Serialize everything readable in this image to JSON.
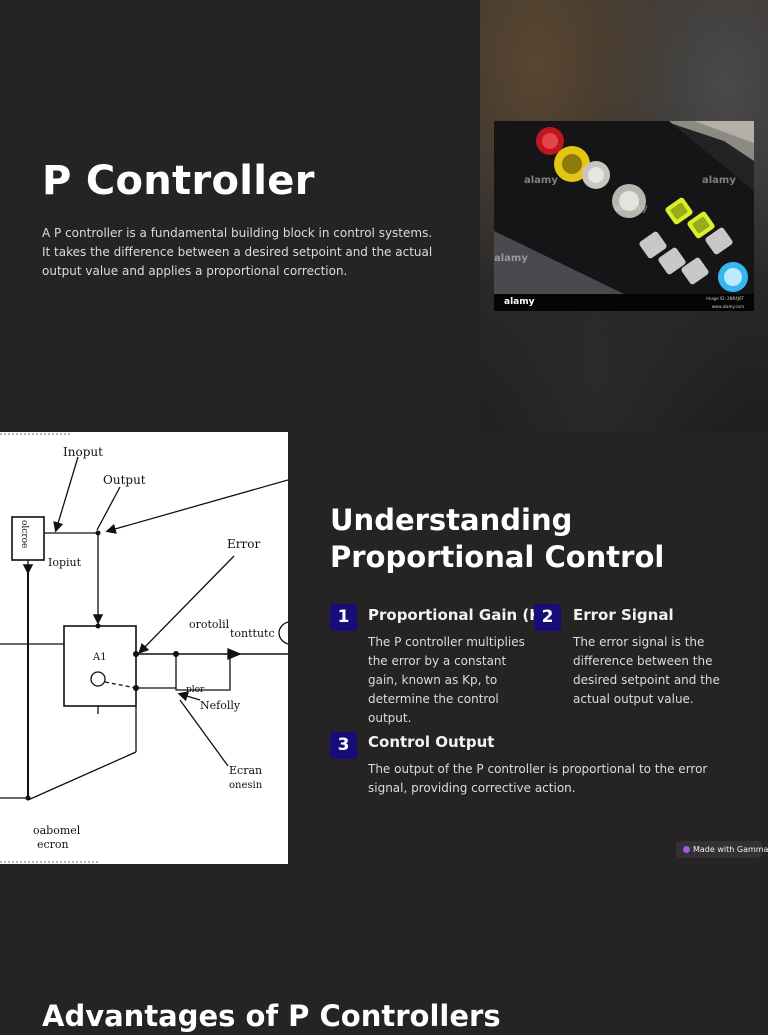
{
  "hero": {
    "title": "P Controller",
    "description": "A P controller is a fundamental building block in control systems. It takes the difference between a desired setpoint and the actual output value and applies a proportional correction.",
    "image": {
      "watermark": "alamy",
      "footer_brand": "alamy",
      "footer_code": "Image ID: 2NR4J6T",
      "footer_site": "www.alamy.com"
    }
  },
  "diagram": {
    "labels": {
      "input_top": "Inoput",
      "output": "Output",
      "box_side": "olcroe",
      "input_side": "Iopiut",
      "error": "Error",
      "control_a": "orotolil",
      "control_b": "tonttutc",
      "gain": "A1",
      "nefolly": "Nefolly",
      "signal": "plor",
      "ecran_1": "Ecran",
      "ecran_2": "onesin",
      "bottom_1": "oabomel",
      "bottom_2": "ecron"
    }
  },
  "understanding": {
    "title": "Understanding Proportional Control",
    "items": [
      {
        "number": "1",
        "title": "Proportional Gain (Kp)",
        "text": "The P controller multiplies the error by a constant gain, known as Kp, to determine the control output."
      },
      {
        "number": "2",
        "title": "Error Signal",
        "text": "The error signal is the difference between the desired setpoint and the actual output value."
      },
      {
        "number": "3",
        "title": "Control Output",
        "text": "The output of the P controller is proportional to the error signal, providing corrective action."
      }
    ]
  },
  "badge": {
    "label": "Made with Gamma"
  },
  "advantages": {
    "title": "Advantages of P Controllers"
  },
  "colors": {
    "background": "#252324",
    "badge_blue": "#180c7a",
    "button_red": "#c0161e",
    "button_yellow": "#e3c614",
    "switch_green": "#d8ef2a",
    "light_cyan": "#37b7f0"
  }
}
